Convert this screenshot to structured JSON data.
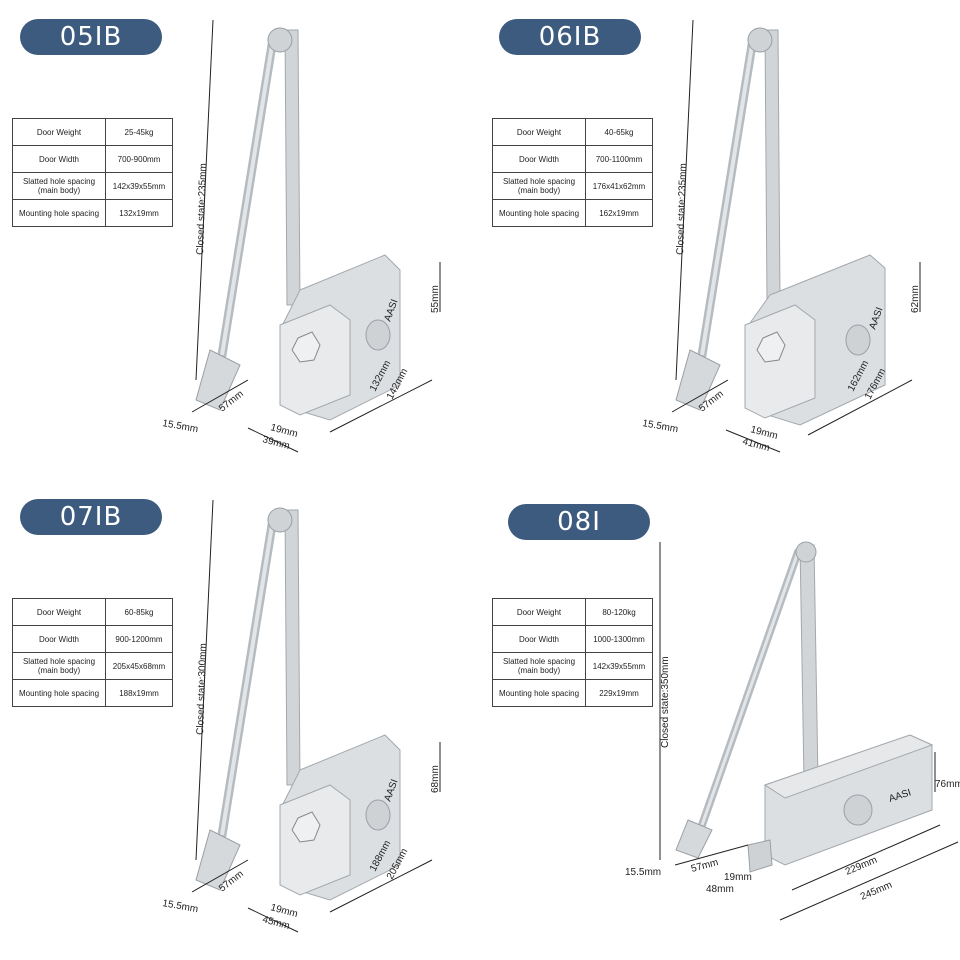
{
  "colors": {
    "badge_bg": "#3c5b7f",
    "badge_text": "#ffffff",
    "metal": "#d8dbde",
    "metal_dark": "#a8adb2"
  },
  "products": [
    {
      "model": "05IB",
      "specs": [
        {
          "label": "Door Weight",
          "value": "25-45kg"
        },
        {
          "label": "Door Width",
          "value": "700-900mm"
        },
        {
          "label": "Slatted hole spacing (main body)",
          "value": "142x39x55mm"
        },
        {
          "label": "Mounting hole spacing",
          "value": "132x19mm"
        }
      ],
      "dims": {
        "closed": "Closed state:235mm",
        "height": "55mm",
        "hole": "132mm",
        "length": "142mm",
        "foot": "57mm",
        "foot_w": "15.5mm",
        "depth_hole": "19mm",
        "depth": "39mm"
      }
    },
    {
      "model": "06IB",
      "specs": [
        {
          "label": "Door Weight",
          "value": "40-65kg"
        },
        {
          "label": "Door Width",
          "value": "700-1100mm"
        },
        {
          "label": "Slatted hole spacing (main body)",
          "value": "176x41x62mm"
        },
        {
          "label": "Mounting hole spacing",
          "value": "162x19mm"
        }
      ],
      "dims": {
        "closed": "Closed state:235mm",
        "height": "62mm",
        "hole": "162mm",
        "length": "176mm",
        "foot": "57mm",
        "foot_w": "15.5mm",
        "depth_hole": "19mm",
        "depth": "41mm"
      }
    },
    {
      "model": "07IB",
      "specs": [
        {
          "label": "Door Weight",
          "value": "60-85kg"
        },
        {
          "label": "Door Width",
          "value": "900-1200mm"
        },
        {
          "label": "Slatted hole spacing (main body)",
          "value": "205x45x68mm"
        },
        {
          "label": "Mounting hole spacing",
          "value": "188x19mm"
        }
      ],
      "dims": {
        "closed": "Closed state:300mm",
        "height": "68mm",
        "hole": "188mm",
        "length": "205mm",
        "foot": "57mm",
        "foot_w": "15.5mm",
        "depth_hole": "19mm",
        "depth": "45mm"
      }
    },
    {
      "model": "08I",
      "specs": [
        {
          "label": "Door Weight",
          "value": "80-120kg"
        },
        {
          "label": "Door Width",
          "value": "1000-1300mm"
        },
        {
          "label": "Slatted hole spacing (main body)",
          "value": "142x39x55mm"
        },
        {
          "label": "Mounting hole spacing",
          "value": "229x19mm"
        }
      ],
      "dims": {
        "closed": "Closed state:350mm",
        "height": "76mm",
        "hole": "229mm",
        "length": "245mm",
        "foot": "57mm",
        "foot_w": "15.5mm",
        "depth_hole": "19mm",
        "depth": "48mm"
      },
      "brand_mark": "AASI"
    }
  ]
}
